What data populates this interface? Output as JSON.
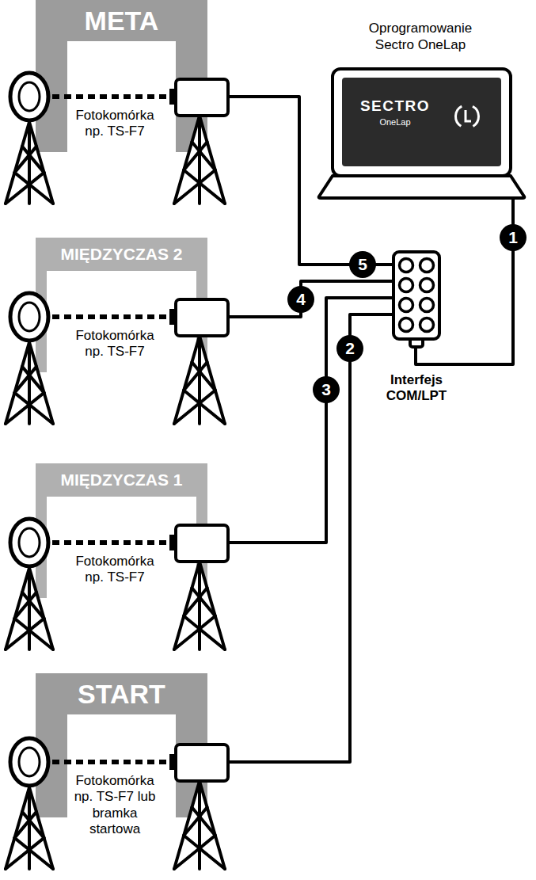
{
  "diagram": {
    "nodes": [
      {
        "text": [
          "META",
          "Fotokomórka np. TS-F7"
        ]
      },
      {
        "text": [
          "Oprogramowanie Sectro OneLap",
          "SECTRO",
          "OneLap"
        ]
      },
      {
        "text": [
          "MIĘDZYCZAS 2",
          "Fotokomórka np. TS-F7"
        ]
      },
      {
        "text": [
          "Interfejs COM/LPT"
        ]
      },
      {
        "text": [
          "MIĘDZYCZAS 1",
          "Fotokomórka np. TS-F7"
        ]
      },
      {
        "text": [
          "START",
          "Fotokomórka np. TS-F7 lub bramka startowa"
        ]
      }
    ],
    "edges": [
      {
        "from": 1,
        "to": 3,
        "label": "1",
        "arrow": "none"
      },
      {
        "from": 5,
        "to": 3,
        "label": "2",
        "arrow": "none"
      },
      {
        "from": 4,
        "to": 3,
        "label": "3",
        "arrow": "none"
      },
      {
        "from": 2,
        "to": 3,
        "label": "4",
        "arrow": "none"
      },
      {
        "from": 0,
        "to": 3,
        "label": "5",
        "arrow": "none"
      }
    ]
  }
}
